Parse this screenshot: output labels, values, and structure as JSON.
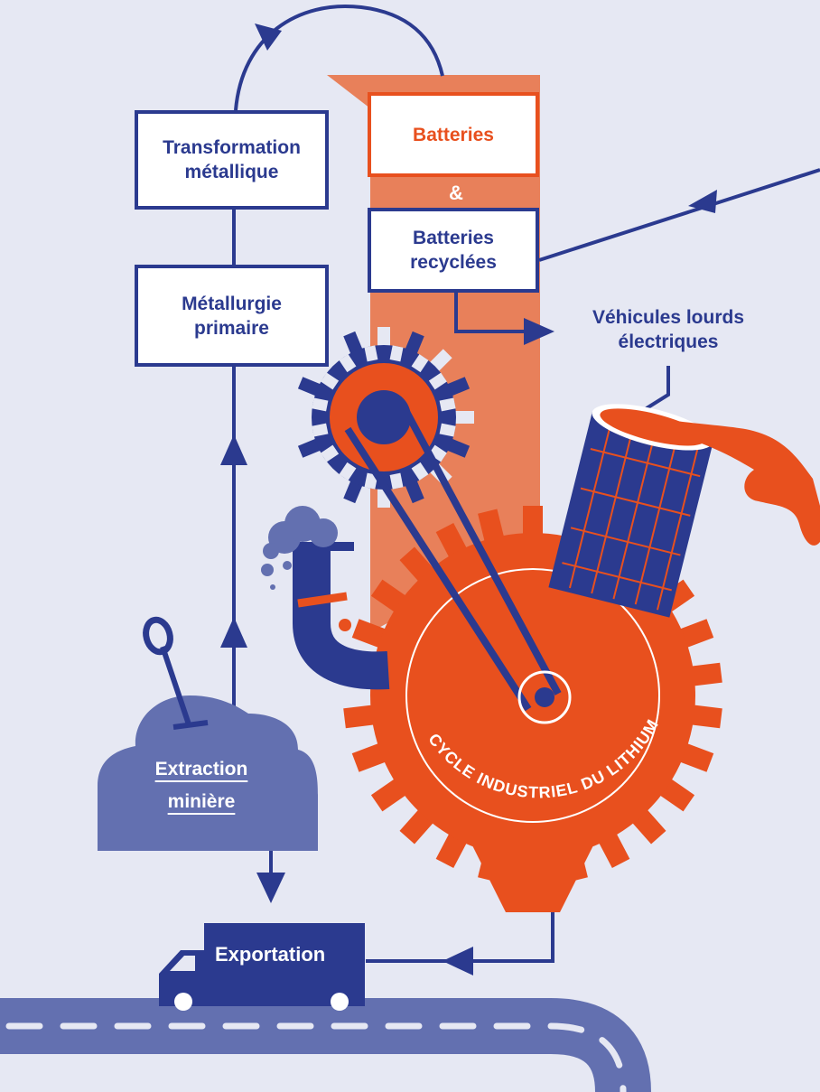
{
  "nodes": {
    "transformation": "Transformation\nmétallique",
    "metallurgie": "Métallurgie\nprimaire",
    "batteries": "Batteries",
    "ampersand": "&",
    "batteries_recyclees": "Batteries\nrecyclées",
    "vehicules": "Véhicules lourds\nélectriques",
    "extraction_line1": "Extraction",
    "extraction_line2": "minière",
    "exportation": "Exportation"
  },
  "gear_label": "CYCLE INDUSTRIEL DU LITHIUM",
  "colors": {
    "navy": "#2b3a8f",
    "orange": "#e8501e",
    "salmon": "#e8805a",
    "lavender": "#6370b0",
    "background": "#e6e8f3"
  }
}
